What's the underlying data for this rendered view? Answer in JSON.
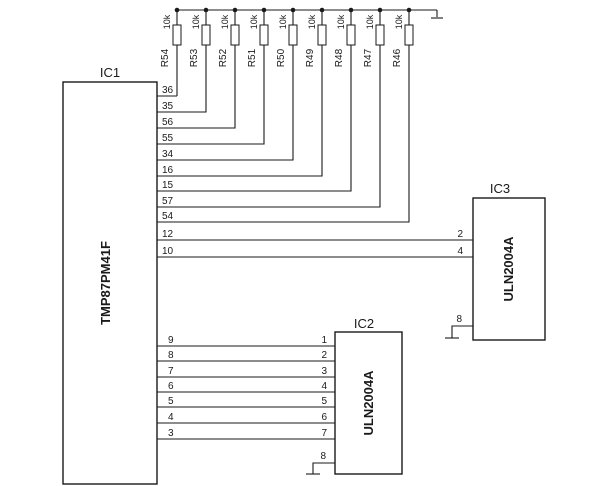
{
  "ic1": {
    "label": "IC1",
    "part": "TMP87PM41F",
    "top_pins": [
      "36",
      "35",
      "56",
      "55",
      "34",
      "16",
      "15",
      "57",
      "54",
      "12",
      "10"
    ],
    "bottom_pins": [
      "9",
      "8",
      "7",
      "6",
      "5",
      "4",
      "3"
    ]
  },
  "ic2": {
    "label": "IC2",
    "part": "ULN2004A",
    "input_pins": [
      "1",
      "2",
      "3",
      "4",
      "5",
      "6",
      "7"
    ],
    "ground_pin": "8"
  },
  "ic3": {
    "label": "IC3",
    "part": "ULN2004A",
    "input_pins": [
      "2",
      "4"
    ],
    "ground_pin": "8"
  },
  "resistors": [
    {
      "name": "R54",
      "value": "10k"
    },
    {
      "name": "R53",
      "value": "10k"
    },
    {
      "name": "R52",
      "value": "10k"
    },
    {
      "name": "R51",
      "value": "10k"
    },
    {
      "name": "R50",
      "value": "10k"
    },
    {
      "name": "R49",
      "value": "10k"
    },
    {
      "name": "R48",
      "value": "10k"
    },
    {
      "name": "R47",
      "value": "10k"
    },
    {
      "name": "R46",
      "value": "10k"
    }
  ]
}
